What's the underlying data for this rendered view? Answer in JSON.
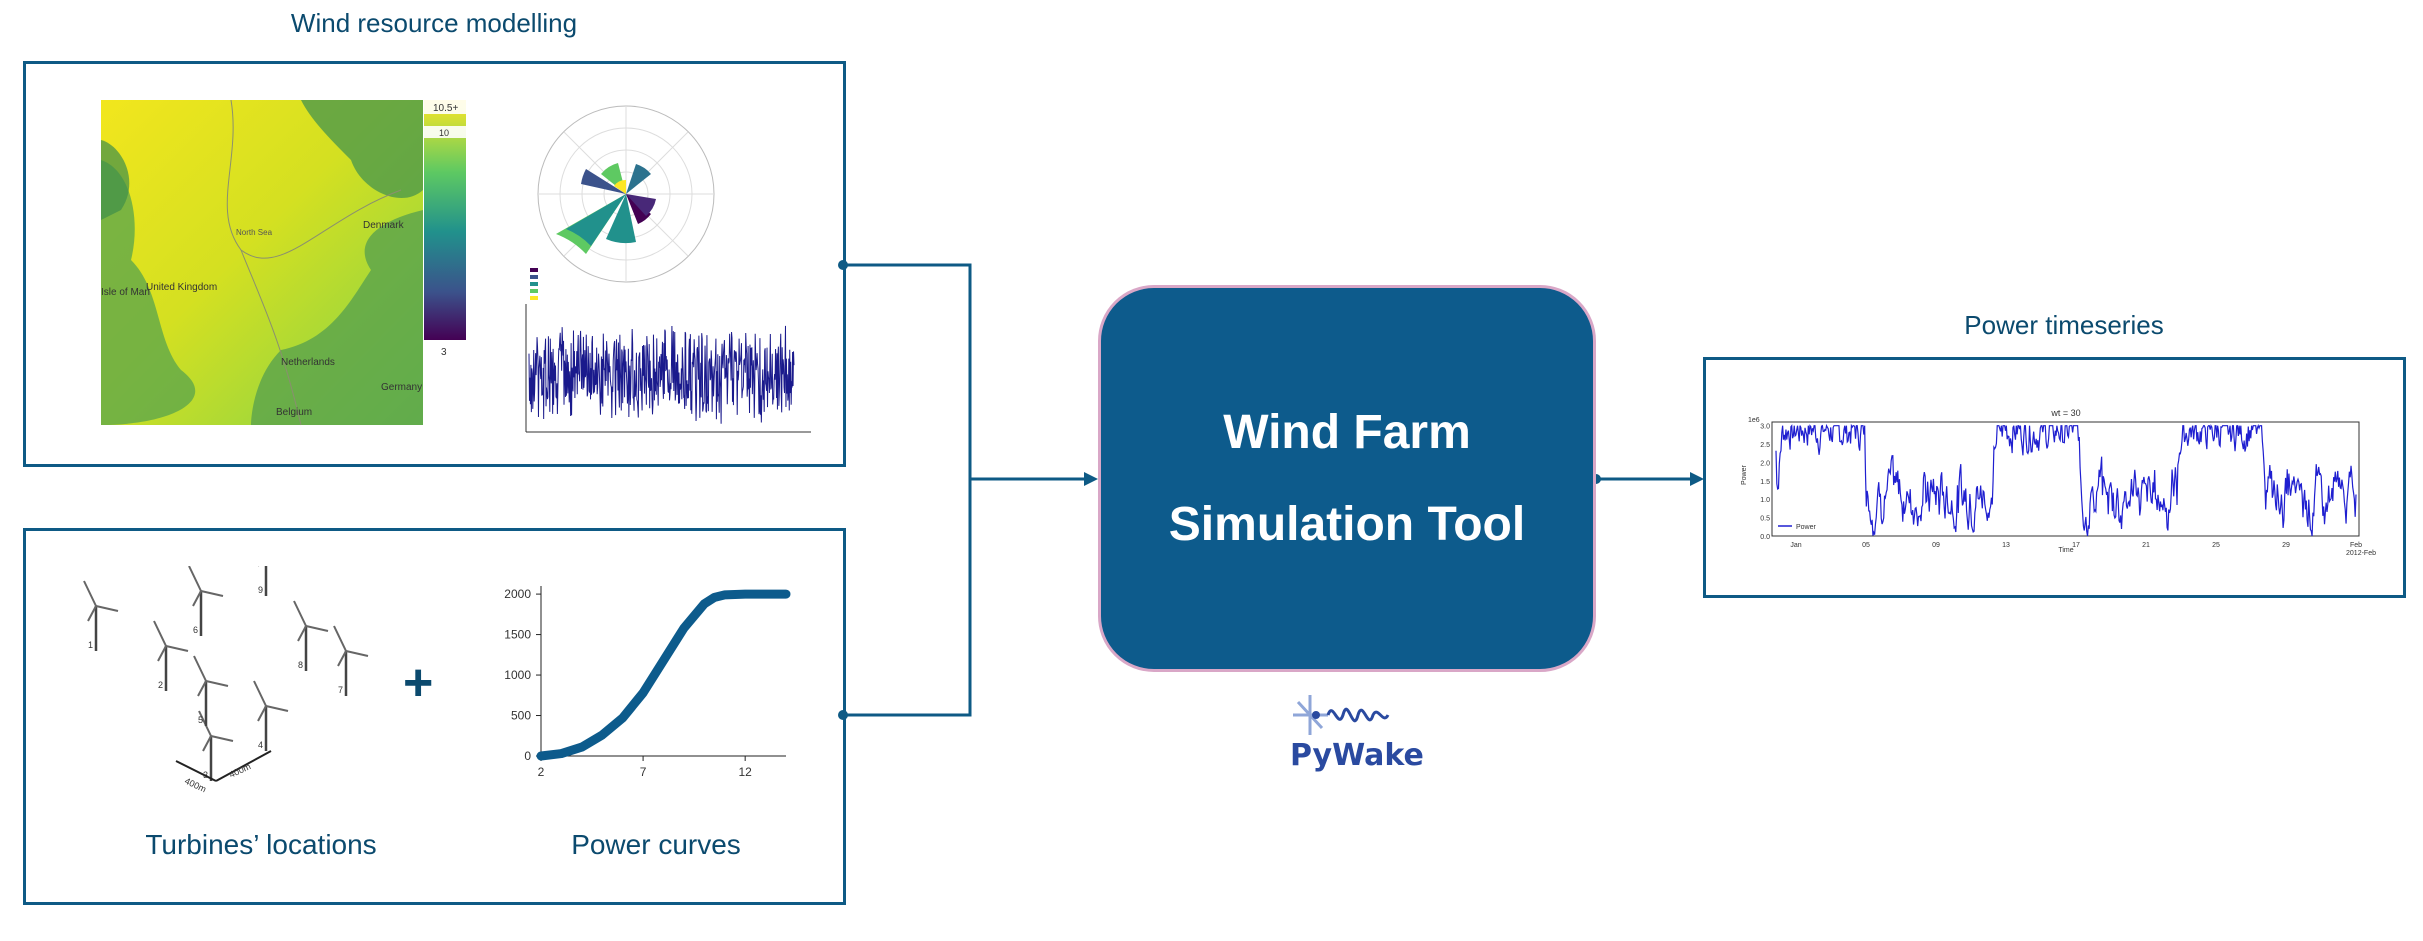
{
  "wind_resource": {
    "title": "Wind resource modelling",
    "map": {
      "colorbar_labels": [
        "10.5+",
        "10",
        "3"
      ],
      "place_labels": [
        "Denmark",
        "North Sea",
        "United Kingdom",
        "Isle of Man",
        "Netherlands",
        "Belgium",
        "Germany"
      ]
    }
  },
  "inputs": {
    "turbines_caption": "Turbines’ locations",
    "power_caption": "Power curves",
    "turbine_ids": [
      "1",
      "2",
      "3",
      "4",
      "5",
      "6",
      "7",
      "8",
      "9"
    ],
    "spacing_labels": [
      "400m",
      "400m"
    ],
    "plus": "+"
  },
  "core": {
    "line1": "Wind Farm",
    "line2": "Simulation Tool",
    "logo_text": "PyWake"
  },
  "output": {
    "title": "Power timeseries"
  },
  "chart_data": [
    {
      "type": "line",
      "id": "power-curve",
      "x": [
        2,
        3,
        4,
        5,
        6,
        7,
        8,
        9,
        10,
        10.5,
        11,
        12,
        13,
        14
      ],
      "y": [
        0,
        30,
        110,
        260,
        470,
        780,
        1180,
        1580,
        1880,
        1960,
        1990,
        2000,
        2000,
        2000
      ],
      "xticks": [
        2,
        7,
        12
      ],
      "yticks": [
        0,
        500,
        1000,
        1500,
        2000
      ],
      "xlim": [
        2,
        14
      ],
      "ylim": [
        0,
        2100
      ],
      "color": "#0d5b8c"
    },
    {
      "type": "line",
      "id": "power-timeseries",
      "title": "wt = 30",
      "xlabel": "Time",
      "ylabel": "Power",
      "y_offset_label": "1e6",
      "legend": "Power",
      "xtick_labels": [
        "Jan",
        "05",
        "09",
        "13",
        "17",
        "21",
        "25",
        "29",
        "Feb",
        "2012-Feb"
      ],
      "yticks": [
        "0.0",
        "0.5",
        "1.0",
        "1.5",
        "2.0",
        "2.5",
        "3.0"
      ],
      "ylim": [
        0,
        3.1
      ],
      "color": "#1f1fd0"
    }
  ],
  "colors": {
    "frame": "#0e5a85",
    "core_fill": "#0d5b8c",
    "core_border": "#d9a7c7",
    "text": "#0b4a6e"
  }
}
